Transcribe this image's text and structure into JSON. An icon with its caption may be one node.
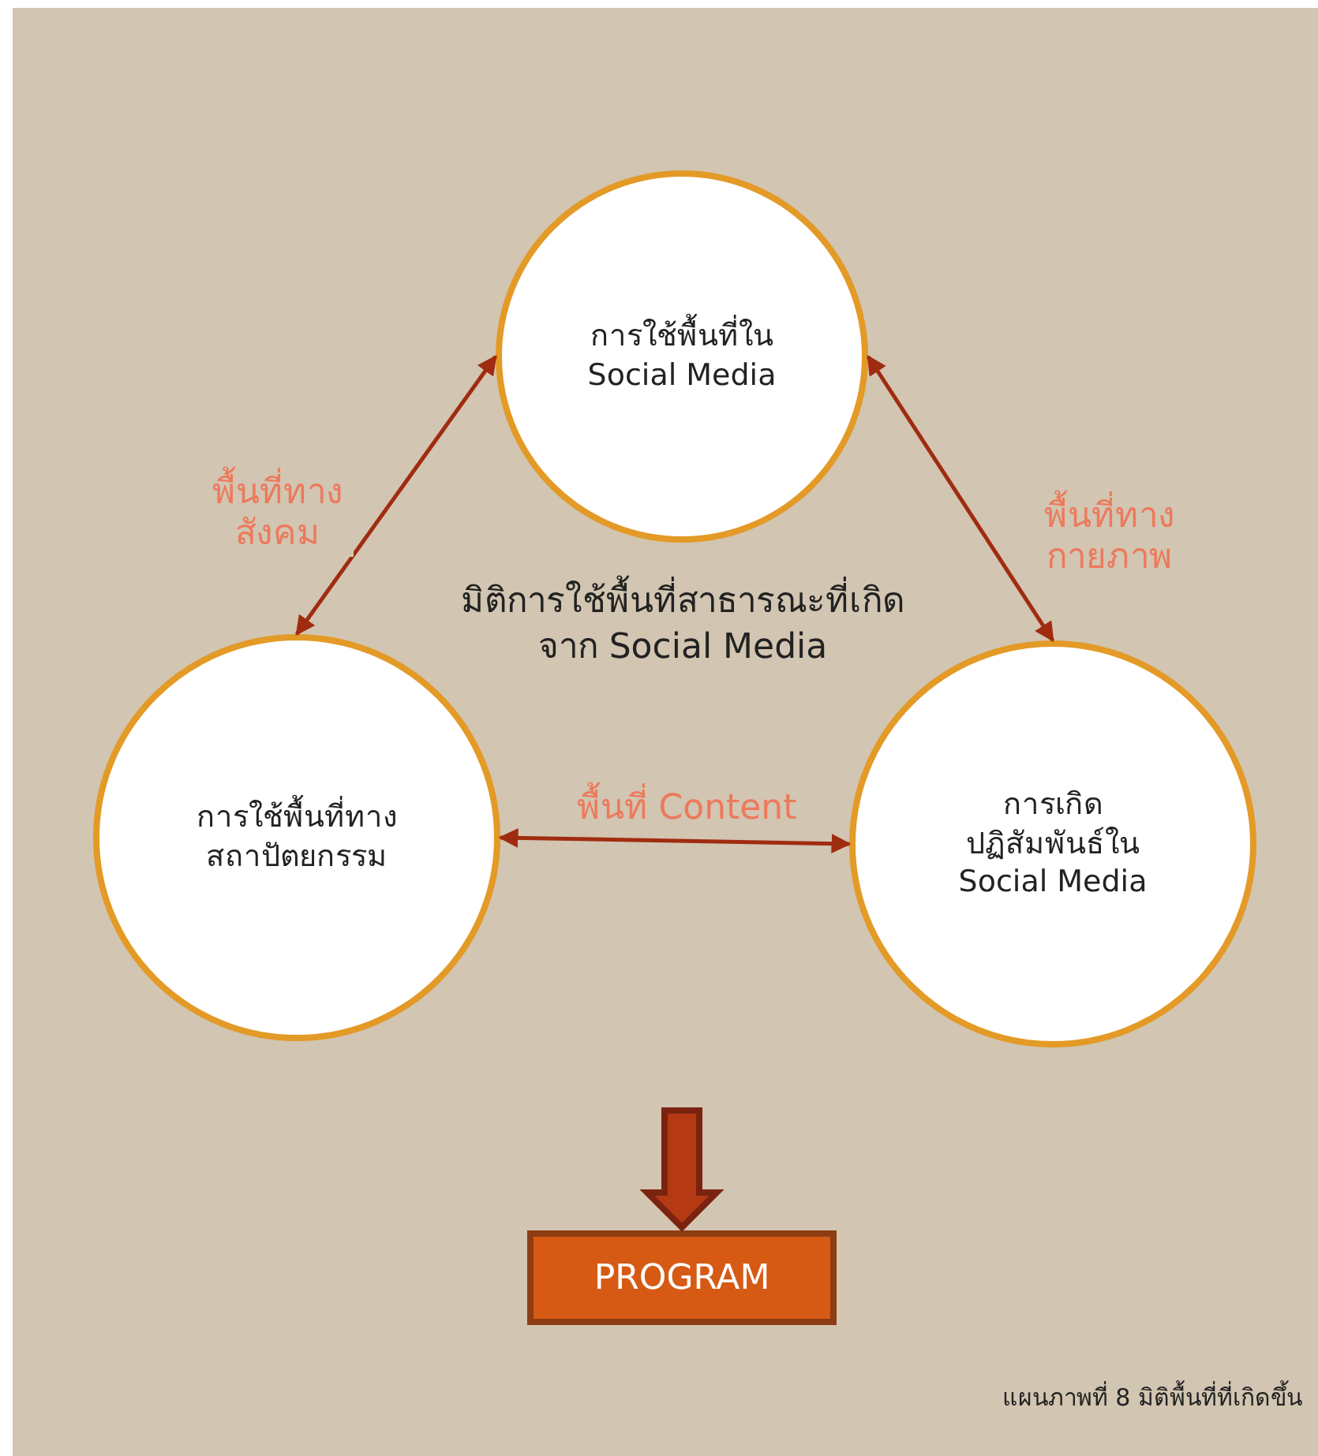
{
  "diagram": {
    "caption": "แผนภาพที่ 8 มิติพื้นที่ที่เกิดขึ้น",
    "nodes": [
      {
        "text": [
          "การใช้พื้นที่ใน Social Media"
        ]
      },
      {
        "text": [
          "การใช้พื้นที่ทางสถาปัตยกรรม"
        ]
      },
      {
        "text": [
          "การเกิดปฏิสัมพันธ์ใน Social Media"
        ]
      },
      {
        "text": [
          "PROGRAM"
        ]
      }
    ],
    "edges": [
      {
        "from": 0,
        "to": 1,
        "arrow": "both",
        "label": "พื้นที่ทางสังคม"
      },
      {
        "from": 0,
        "to": 2,
        "arrow": "both",
        "label": "พื้นที่ทางกายภาพ"
      },
      {
        "from": 1,
        "to": 2,
        "arrow": "both",
        "label": "พื้นที่ Content"
      },
      {
        "from": null,
        "to": 3,
        "arrow": "to",
        "style": "thick"
      }
    ],
    "labels": [
      "มิติการใช้พื้นที่สาธารณะที่เกิดจาก Social Media"
    ]
  }
}
